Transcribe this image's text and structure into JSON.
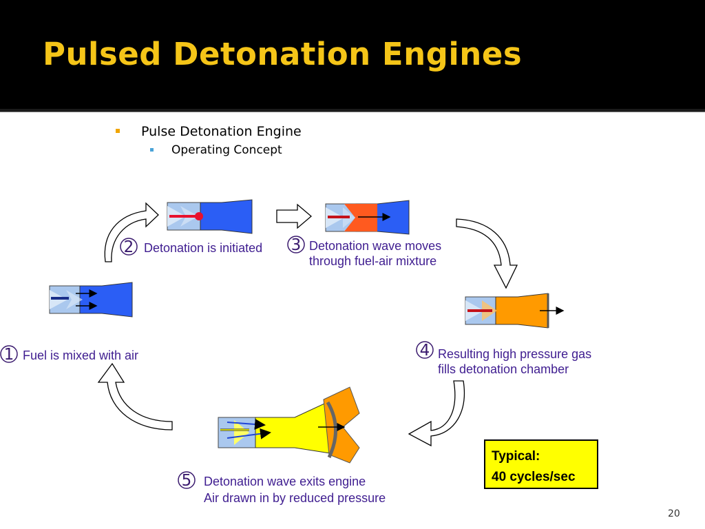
{
  "slide": {
    "title": "Pulsed Detonation Engines",
    "page_number": "20"
  },
  "bullets": {
    "level1": "Pulse Detonation Engine",
    "level2": "Operating Concept"
  },
  "diagram": {
    "steps": [
      {
        "number": "1",
        "lines": [
          "Fuel is mixed with air"
        ]
      },
      {
        "number": "2",
        "lines": [
          "Detonation is initiated"
        ]
      },
      {
        "number": "3",
        "lines": [
          "Detonation wave moves",
          "through fuel-air mixture"
        ]
      },
      {
        "number": "4",
        "lines": [
          "Resulting high pressure gas",
          "fills detonation chamber"
        ]
      },
      {
        "number": "5",
        "lines": [
          "Detonation wave exits engine",
          "Air drawn in by reduced pressure"
        ]
      }
    ]
  },
  "typical": {
    "line1": "Typical:",
    "line2": "40 cycles/sec"
  },
  "colors": {
    "title": "#f5c518",
    "step_text": "#3f1d90",
    "fuel_air": "#2b5ef5",
    "detonation": "#ff5a1f",
    "high_pressure_gas": "#ff9a00",
    "exhaust": "#ffff00",
    "typical_box": "#ffff00"
  }
}
